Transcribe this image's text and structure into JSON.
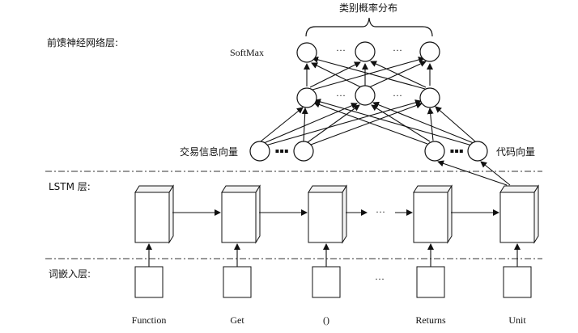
{
  "title": "类别概率分布",
  "layers": {
    "ffn": "前馈神经网络层:",
    "lstm": "LSTM 层:",
    "embed": "词嵌入层:"
  },
  "labels": {
    "softmax": "SoftMax",
    "transaction_vec": "交易信息向量",
    "code_vec": "代码向量"
  },
  "ellipsis": {
    "small": "···",
    "bold": "▪▪▪"
  },
  "tokens": [
    "Function",
    "Get",
    "()",
    "Returns",
    "Unit"
  ]
}
